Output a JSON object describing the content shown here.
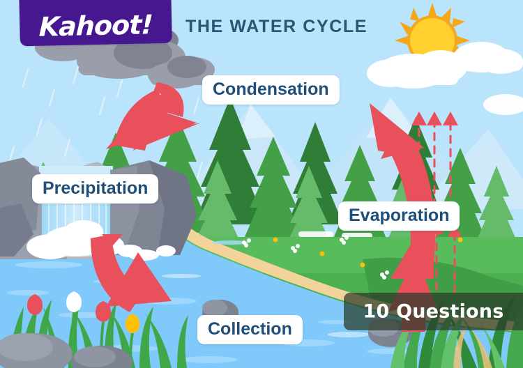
{
  "brand": {
    "logo_text": "Kahoot!",
    "logo_color": "#46178F"
  },
  "header": {
    "title": "THE WATER CYCLE",
    "title_color": "#2D5573"
  },
  "labels": {
    "condensation": "Condensation",
    "precipitation": "Precipitation",
    "evaporation": "Evaporation",
    "collection": "Collection",
    "text_color": "#1F4E79",
    "chip_background": "#FFFFFF"
  },
  "badge": {
    "questions": "10 Questions",
    "background": "rgba(42,58,40,0.72)",
    "text_color": "#FFFFFF"
  },
  "scene": {
    "sky_color": "#B9E4FB",
    "water_color": "#7FC9FB",
    "grass_color": "#4CAF50",
    "sand_color": "#F2D49B",
    "rock_color": "#8A8F9C",
    "cloud_color": "#FFFFFF",
    "storm_cloud_color": "#8C8E9A",
    "arrow_color": "#E8505B",
    "sun_core_color": "#FFD02E",
    "sun_ray_color": "#F5A81C",
    "tree_green_dark": "#2E7D32",
    "tree_green_mid": "#43A047",
    "tree_green_light": "#66BB6A",
    "flower_red": "#E8505B",
    "flower_yellow": "#FFC107",
    "flower_white": "#FFFFFF"
  },
  "icons": {
    "sun": "sun-icon",
    "cloud": "cloud-icon",
    "storm_cloud": "storm-cloud-icon",
    "rain": "rain-icon",
    "waterfall": "waterfall-icon",
    "pine_tree": "pine-tree-icon",
    "arrow_down_left": "arrow-down-left-icon",
    "arrow_down_right": "arrow-down-right-icon",
    "arrow_up_left": "arrow-up-left-icon",
    "arrow_up_right": "arrow-up-right-icon",
    "vapor_arrow": "vapor-arrow-icon",
    "tulip": "tulip-icon",
    "rock": "rock-icon",
    "grass_blade": "grass-blade-icon"
  }
}
